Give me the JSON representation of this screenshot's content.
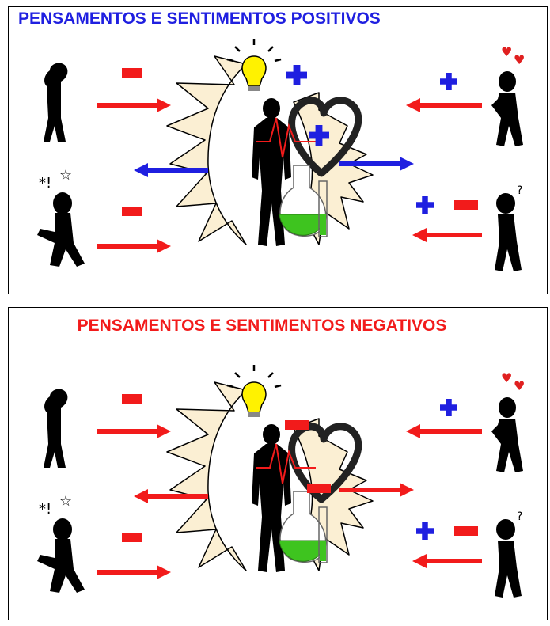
{
  "colors": {
    "positive": "#1f1fe0",
    "negative": "#f21b1b",
    "petal_fill": "#fbefd3",
    "figure": "#000000",
    "bulb": "#fff200",
    "liquid": "#3ec41f"
  },
  "panels": [
    {
      "title": "PENSAMENTOS E SENTIMENTOS POSITIVOS",
      "heart_sign": "plus",
      "bulb_sign": "plus",
      "outgoing_color": "positive"
    },
    {
      "title": "PENSAMENTOS E SENTIMENTOS NEGATIVOS",
      "heart_sign": "minus",
      "bulb_sign": "minus",
      "outgoing_color": "negative"
    }
  ],
  "icons": [
    "sad-person-icon",
    "frustrated-person-icon",
    "person-in-love-icon",
    "confused-person-icon",
    "person-silhouette-icon",
    "heart-icon",
    "lightbulb-icon",
    "flask-icon"
  ]
}
